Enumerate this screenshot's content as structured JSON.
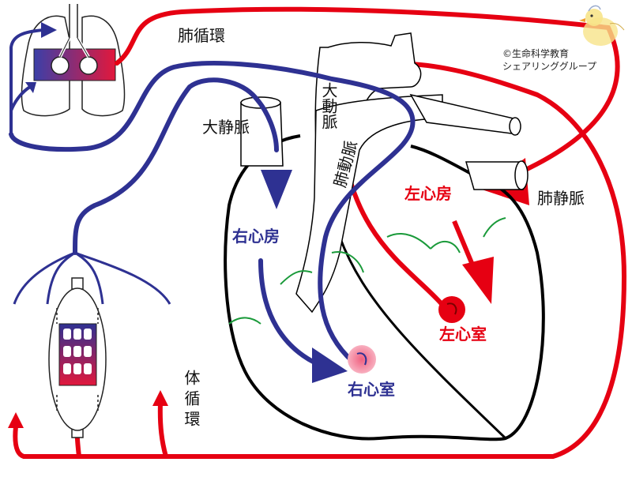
{
  "labels": {
    "pulmonary_circulation": "肺循環",
    "aorta": "大動脈",
    "vena_cava": "大静脈",
    "pulmonary_artery": "肺動脈",
    "pulmonary_vein": "肺静脈",
    "right_atrium": "右心房",
    "left_atrium": "左心房",
    "right_ventricle": "右心室",
    "left_ventricle": "左心室",
    "systemic_circulation": "体循環"
  },
  "credit": {
    "line1": "©生命科学教育",
    "line2": "シェアリンググループ"
  },
  "colors": {
    "venous_blue": "#2e3192",
    "arterial_red": "#e60012",
    "valve_green": "#1a9a3a",
    "outline": "#000000"
  }
}
